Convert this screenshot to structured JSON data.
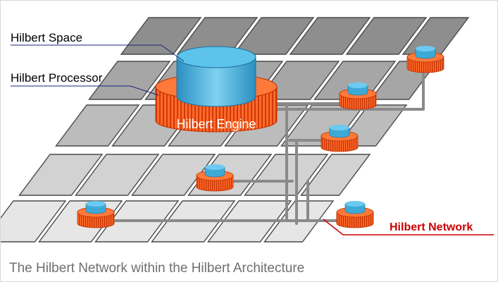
{
  "labels": {
    "space": "Hilbert Space",
    "processor": "Hilbert Processor",
    "engine": "Hilbert Engine",
    "network": "Hilbert Network"
  },
  "caption": "The Hilbert Network within the Hilbert Architecture",
  "colors": {
    "tile_row_1": "#8e8e8e",
    "tile_row_2": "#a6a6a6",
    "tile_row_3": "#bcbcbc",
    "tile_row_4": "#d2d2d2",
    "tile_row_5": "#e6e6e6",
    "network_wire": "#8a8a8a",
    "processor_orange": "#ff5a1f",
    "processor_stripe": "#c23000",
    "space_blue": "#3fa9d6",
    "network_label": "#cc0000",
    "leader_line": "#1a237e"
  },
  "icons": {
    "engine": "hilbert-engine-icon",
    "processor": "hilbert-processor-icon"
  }
}
